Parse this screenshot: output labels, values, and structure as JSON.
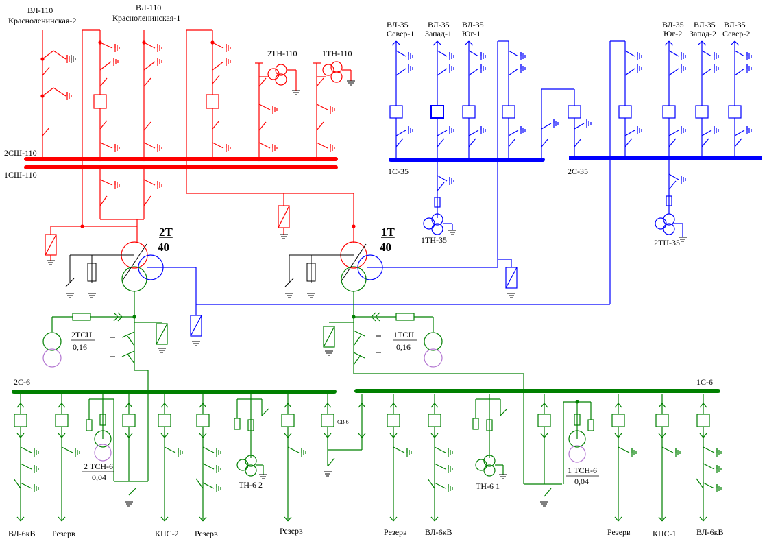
{
  "colors": {
    "kv110": "#ff0000",
    "kv35": "#0000ff",
    "kv6": "#008000",
    "aux": "#b478d2",
    "ground": "#000000"
  },
  "lines110": {
    "vl_krasnoleninskaya_2": [
      "ВЛ-110",
      "Красноленинская-2"
    ],
    "vl_krasnoleninskaya_1": [
      "ВЛ-110",
      "Красноленинская-1"
    ],
    "tn110_2": "2ТН-110",
    "tn110_1": "1ТН-110"
  },
  "buses": {
    "b2sh110": "2СШ-110",
    "b1sh110": "1СШ-110",
    "b1s35": "1С-35",
    "b2s35": "2С-35",
    "b2s6": "2С-6",
    "b1s6": "1С-6"
  },
  "lines35": [
    {
      "top": "ВЛ-35",
      "bottom": "Север-1"
    },
    {
      "top": "ВЛ-35",
      "bottom": "Запад-1"
    },
    {
      "top": "ВЛ-35",
      "bottom": "Юг-1"
    },
    {
      "top": "ВЛ-35",
      "bottom": "Юг-2"
    },
    {
      "top": "ВЛ-35",
      "bottom": "Запад-2"
    },
    {
      "top": "ВЛ-35",
      "bottom": "Север-2"
    }
  ],
  "tn35": {
    "tn1": "1ТН-35",
    "tn2": "2ТН-35"
  },
  "transformers": {
    "t2": {
      "name": "2Т",
      "power": "40"
    },
    "t1": {
      "name": "1Т",
      "power": "40"
    }
  },
  "tsn": {
    "tsn2": {
      "name": "2ТСН",
      "power": "0,16"
    },
    "tsn1": {
      "name": "1ТСН",
      "power": "0,16"
    },
    "tsn6_2": {
      "name": "2 ТСН-6",
      "power": "0,04"
    },
    "tsn6_1": {
      "name": "1 ТСН-6",
      "power": "0,04"
    }
  },
  "tn6": {
    "tn2": "ТН-6 2",
    "tn1": "ТН-6 1"
  },
  "sv6": "СВ 6",
  "feeders6": [
    "ВЛ-6кВ",
    "Резерв",
    "КНС-2",
    "Резерв",
    "Резерв",
    "Резерв",
    "ВЛ-6кВ",
    "Резерв",
    "КНС-1",
    "ВЛ-6кВ"
  ]
}
